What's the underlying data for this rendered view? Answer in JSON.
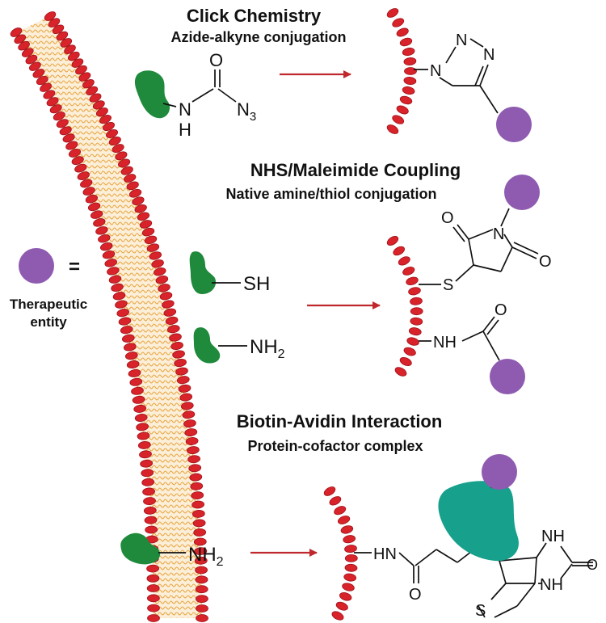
{
  "colors": {
    "lipid_head": "#d8232a",
    "lipid_head_dark": "#9e1018",
    "lipid_tail": "#e8a23a",
    "anchor": "#1f8a3c",
    "therapeutic": "#8e5bb0",
    "avidin": "#17a08c",
    "arrow": "#c0282d"
  },
  "sections": {
    "click": {
      "title": "Click Chemistry",
      "subtitle": "Azide-alkyne conjugation"
    },
    "nhs": {
      "title": "NHS/Maleimide Coupling",
      "subtitle": "Native amine/thiol conjugation"
    },
    "biotin": {
      "title": "Biotin-Avidin Interaction",
      "subtitle": "Protein-cofactor complex"
    }
  },
  "legend": {
    "equals": "=",
    "line1": "Therapeutic",
    "line2": "entity"
  },
  "chem": {
    "n": "N",
    "h": "H",
    "o": "O",
    "n3": "N",
    "n3_sub": "3",
    "n1": "N",
    "n2": "N",
    "n3_ring": "N",
    "sh_left": "SH",
    "nh2_a": "NH",
    "nh2_a_sub": "2",
    "nh2_b": "NH",
    "nh2_b_sub": "2",
    "s_mal": "S",
    "o_mal_top": "O",
    "o_mal_right": "O",
    "n_mal": "N",
    "nh_amide": "NH",
    "o_amide": "O",
    "hn_biotin": "HN",
    "o_biotin_amide": "O",
    "nh_biotin_top": "NH",
    "nh_biotin_bot": "NH",
    "o_biotin_urea": "O",
    "s_biotin": "S"
  }
}
